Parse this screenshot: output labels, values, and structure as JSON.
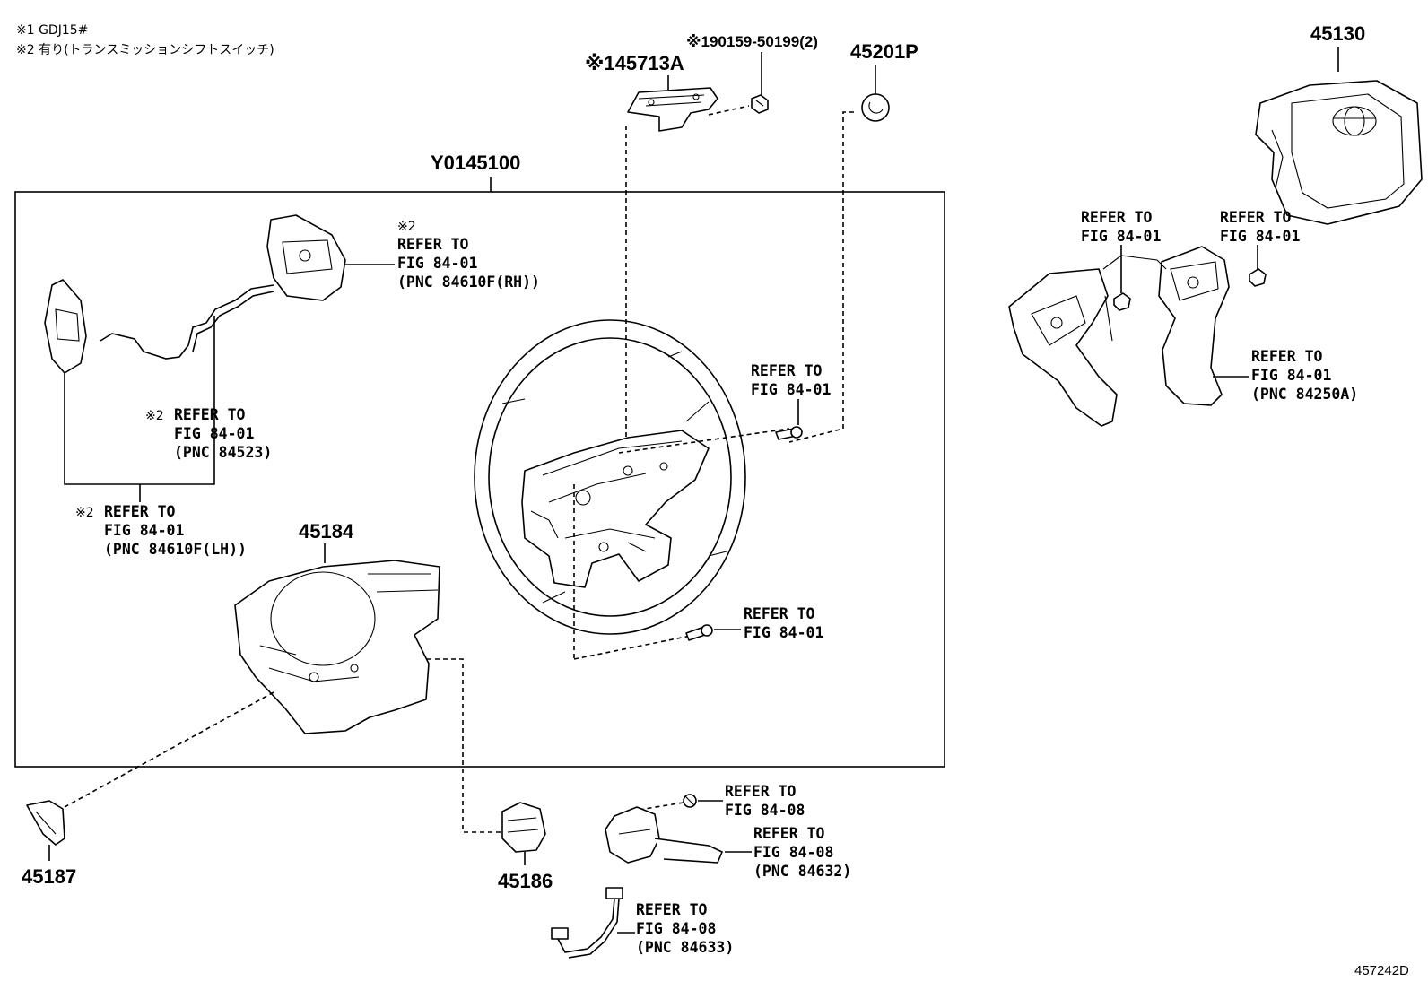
{
  "notes": {
    "note1": "※1 GDJ15#",
    "note2": "※2 有り(トランスミッションシフトスイッチ)"
  },
  "diagram_id": "457242D",
  "parts": {
    "p45130": "45130",
    "p45201P": "45201P",
    "p190159": "※190159-50199(2)",
    "p45713A": "※145713A",
    "pY0145100": "Y0145100",
    "p45184": "45184",
    "p45187": "45187",
    "p45186": "45186"
  },
  "refs": {
    "rh_switch": {
      "mark": "※2",
      "l1": "REFER TO",
      "l2": "FIG 84-01",
      "l3": "(PNC 84610F(RH))"
    },
    "wire_harness": {
      "mark": "※2",
      "l1": "REFER TO",
      "l2": "FIG 84-01",
      "l3": "(PNC 84523)"
    },
    "lh_switch": {
      "mark": "※2",
      "l1": "REFER TO",
      "l2": "FIG 84-01",
      "l3": "(PNC 84610F(LH))"
    },
    "screw_upper": {
      "l1": "REFER TO",
      "l2": "FIG 84-01"
    },
    "screw_lower": {
      "l1": "REFER TO",
      "l2": "FIG 84-01"
    },
    "sw_left_screw": {
      "l1": "REFER TO",
      "l2": "FIG 84-01"
    },
    "sw_right_screw": {
      "l1": "REFER TO",
      "l2": "FIG 84-01"
    },
    "steering_switch": {
      "l1": "REFER TO",
      "l2": "FIG 84-01",
      "l3": "(PNC 84250A)"
    },
    "clip": {
      "l1": "REFER TO",
      "l2": "FIG 84-08"
    },
    "cruise_switch": {
      "l1": "REFER TO",
      "l2": "FIG 84-08",
      "l3": "(PNC 84632)"
    },
    "cruise_wire": {
      "l1": "REFER TO",
      "l2": "FIG 84-08",
      "l3": "(PNC 84633)"
    }
  }
}
